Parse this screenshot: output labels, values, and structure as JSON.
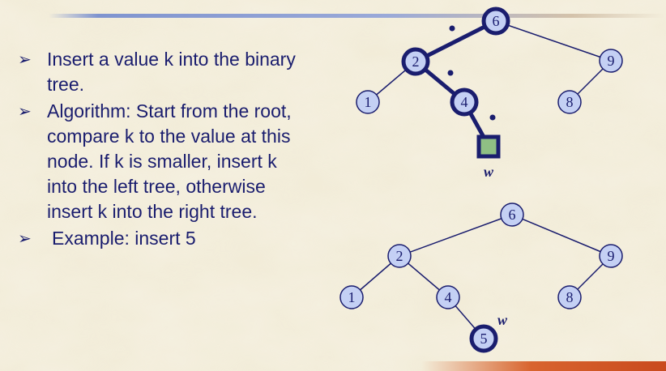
{
  "slide": {
    "bullets": [
      "Insert a value k into the binary tree.",
      "Algorithm: Start from the root, compare k to the value at this node. If k is smaller, insert k into the left tree, otherwise insert k into the right tree.",
      "Example: insert 5"
    ],
    "bullet_glyph": "➢"
  },
  "tree_before": {
    "nodes": [
      {
        "id": "6",
        "label": "6",
        "bold": true
      },
      {
        "id": "2",
        "label": "2",
        "bold": true
      },
      {
        "id": "9",
        "label": "9",
        "bold": false
      },
      {
        "id": "1",
        "label": "1",
        "bold": false
      },
      {
        "id": "4",
        "label": "4",
        "bold": true
      },
      {
        "id": "8",
        "label": "8",
        "bold": false
      }
    ],
    "leaf_label": "w",
    "leaf_color": "#8fbf84"
  },
  "tree_after": {
    "nodes": [
      {
        "id": "6",
        "label": "6",
        "bold": false
      },
      {
        "id": "2",
        "label": "2",
        "bold": false
      },
      {
        "id": "9",
        "label": "9",
        "bold": false
      },
      {
        "id": "1",
        "label": "1",
        "bold": false
      },
      {
        "id": "4",
        "label": "4",
        "bold": false
      },
      {
        "id": "8",
        "label": "8",
        "bold": false
      },
      {
        "id": "5",
        "label": "5",
        "bold": true
      }
    ],
    "new_label": "w"
  },
  "colors": {
    "text": "#1a1d6e",
    "node_fill": "#c4d0f4",
    "node_stroke": "#1a1d6e"
  }
}
